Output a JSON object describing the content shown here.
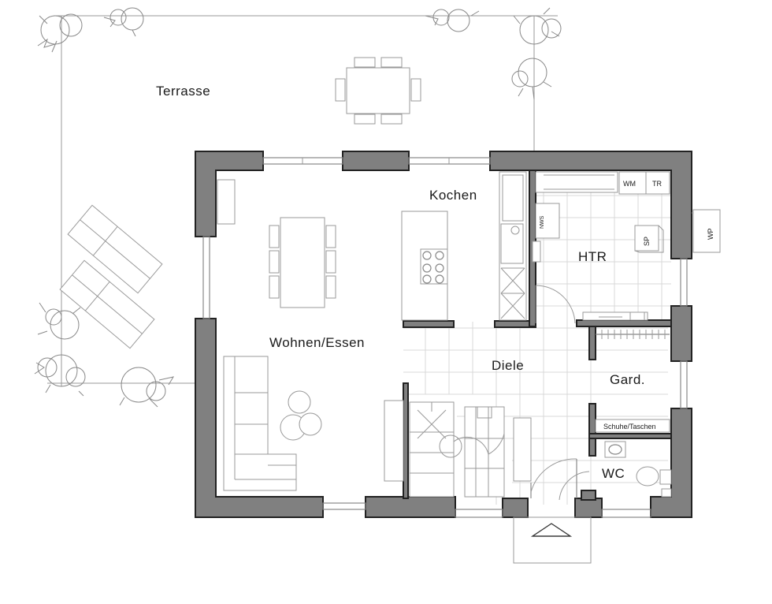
{
  "rooms": {
    "terrasse": "Terrasse",
    "kochen": "Kochen",
    "htr": "HTR",
    "wohnen": "Wohnen/Essen",
    "diele": "Diele",
    "gard": "Gard.",
    "wc": "WC"
  },
  "fixtures": {
    "wm": "WM",
    "tr": "TR",
    "sp": "SP",
    "wp": "WP",
    "nws": "NWS",
    "schuhe": "Schuhe/Taschen"
  }
}
